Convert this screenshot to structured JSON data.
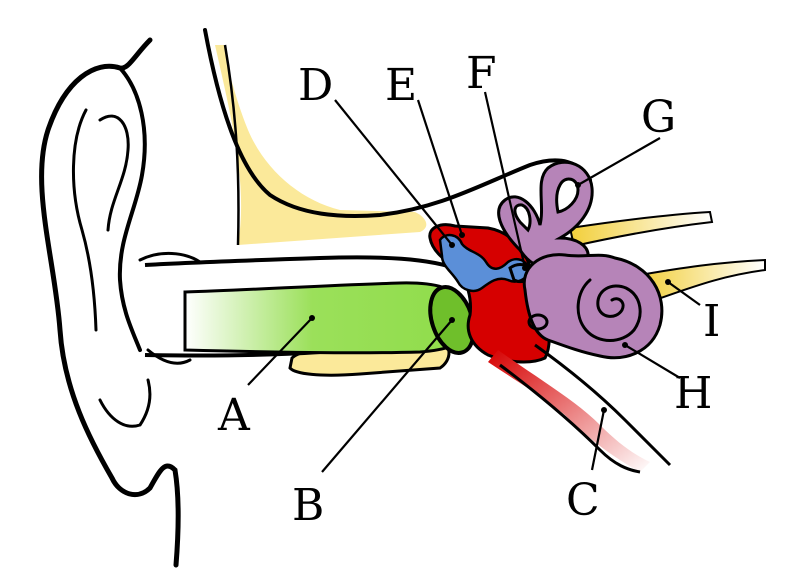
{
  "diagram": {
    "labels": {
      "a": "A",
      "b": "B",
      "c": "C",
      "d": "D",
      "e": "E",
      "f": "F",
      "g": "G",
      "h": "H",
      "i": "I"
    },
    "colors": {
      "outline": "#000000",
      "bone": "#fbe99a",
      "canal": "#9be05a",
      "eardrum": "#6fbf2b",
      "middle_ear": "#d60000",
      "ossicles": "#5b8fd8",
      "inner_ear": "#b684b8",
      "nerve": "#f2cf3a",
      "tube": "#e04040"
    }
  }
}
